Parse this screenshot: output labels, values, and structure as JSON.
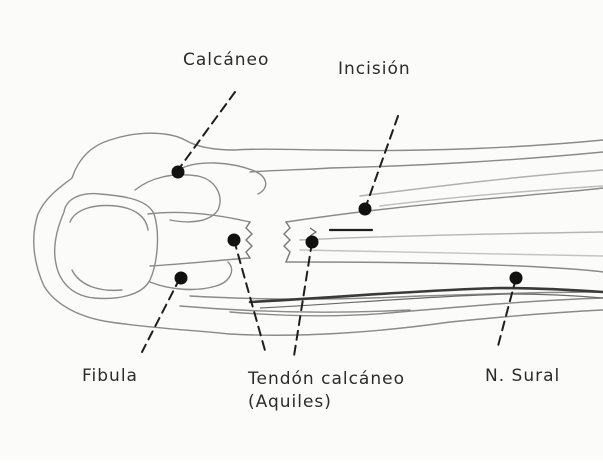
{
  "labels": {
    "calcaneo": "Calcáneo",
    "incision": "Incisión",
    "fibula": "Fibula",
    "tendon_line1": "Tendón calcáneo",
    "tendon_line2": "(Aquiles)",
    "sural": "N. Sural"
  },
  "colors": {
    "ink": "#2b2b2b",
    "sketch": "#8a8a8a",
    "shade": "#c9c9c9",
    "background": "#fbfbfa"
  }
}
